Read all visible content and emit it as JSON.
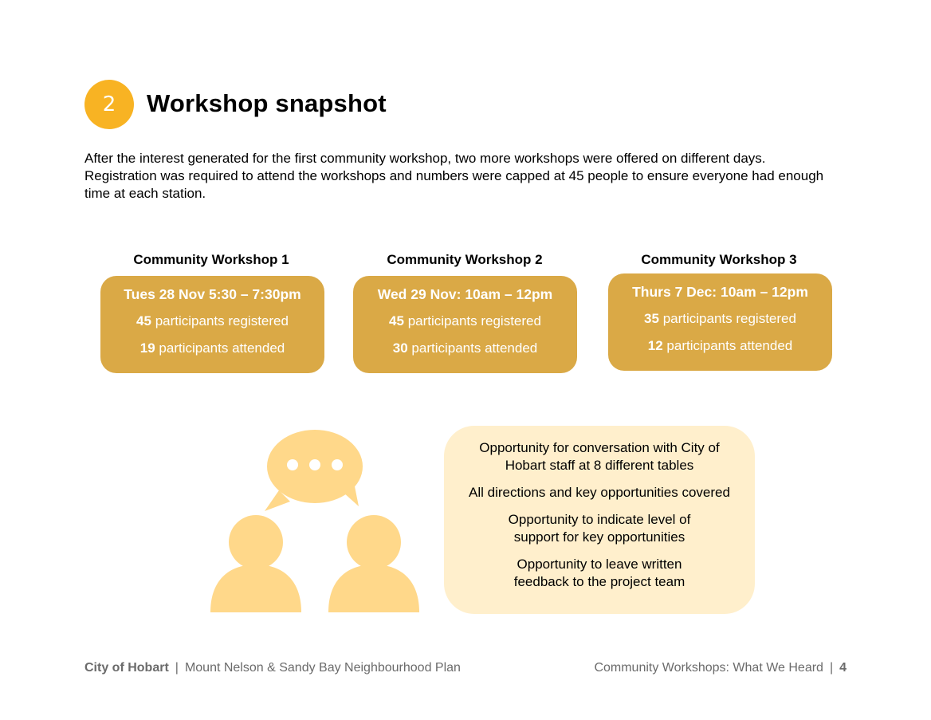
{
  "section": {
    "number": "2",
    "title": "Workshop snapshot"
  },
  "intro": "After the interest generated for the first community workshop, two more workshops were offered on different days. Registration was required to attend the workshops and numbers were capped at 45 people to ensure everyone had enough time at each station.",
  "workshops": [
    {
      "title": "Community Workshop 1",
      "when": "Tues 28 Nov 5:30 – 7:30pm",
      "registered_count": "45",
      "registered_label": "participants registered",
      "attended_count": "19",
      "attended_label": "participants attended"
    },
    {
      "title": "Community Workshop 2",
      "when": "Wed 29 Nov: 10am – 12pm",
      "registered_count": "45",
      "registered_label": "participants registered",
      "attended_count": "30",
      "attended_label": "participants attended"
    },
    {
      "title": "Community Workshop 3",
      "when": "Thurs 7 Dec: 10am – 12pm",
      "registered_count": "35",
      "registered_label": "participants registered",
      "attended_count": "12",
      "attended_label": "participants attended"
    }
  ],
  "illustration": {
    "icon": "conversation-people-icon",
    "color": "#FFD88A"
  },
  "notes": [
    "Opportunity for conversation with City of Hobart staff at 8 different tables",
    "All directions and key opportunities covered",
    "Opportunity to indicate level of support for key opportunities",
    "Opportunity to leave written feedback to the project team"
  ],
  "footer": {
    "org": "City of Hobart",
    "plan": "Mount Nelson & Sandy Bay Neighbourhood Plan",
    "doc_title": "Community Workshops: What We Heard",
    "page": "4",
    "separator": "|"
  },
  "colors": {
    "badge": "#F8B323",
    "card": "#DAA946",
    "notes_bg": "#FFEFCC"
  }
}
